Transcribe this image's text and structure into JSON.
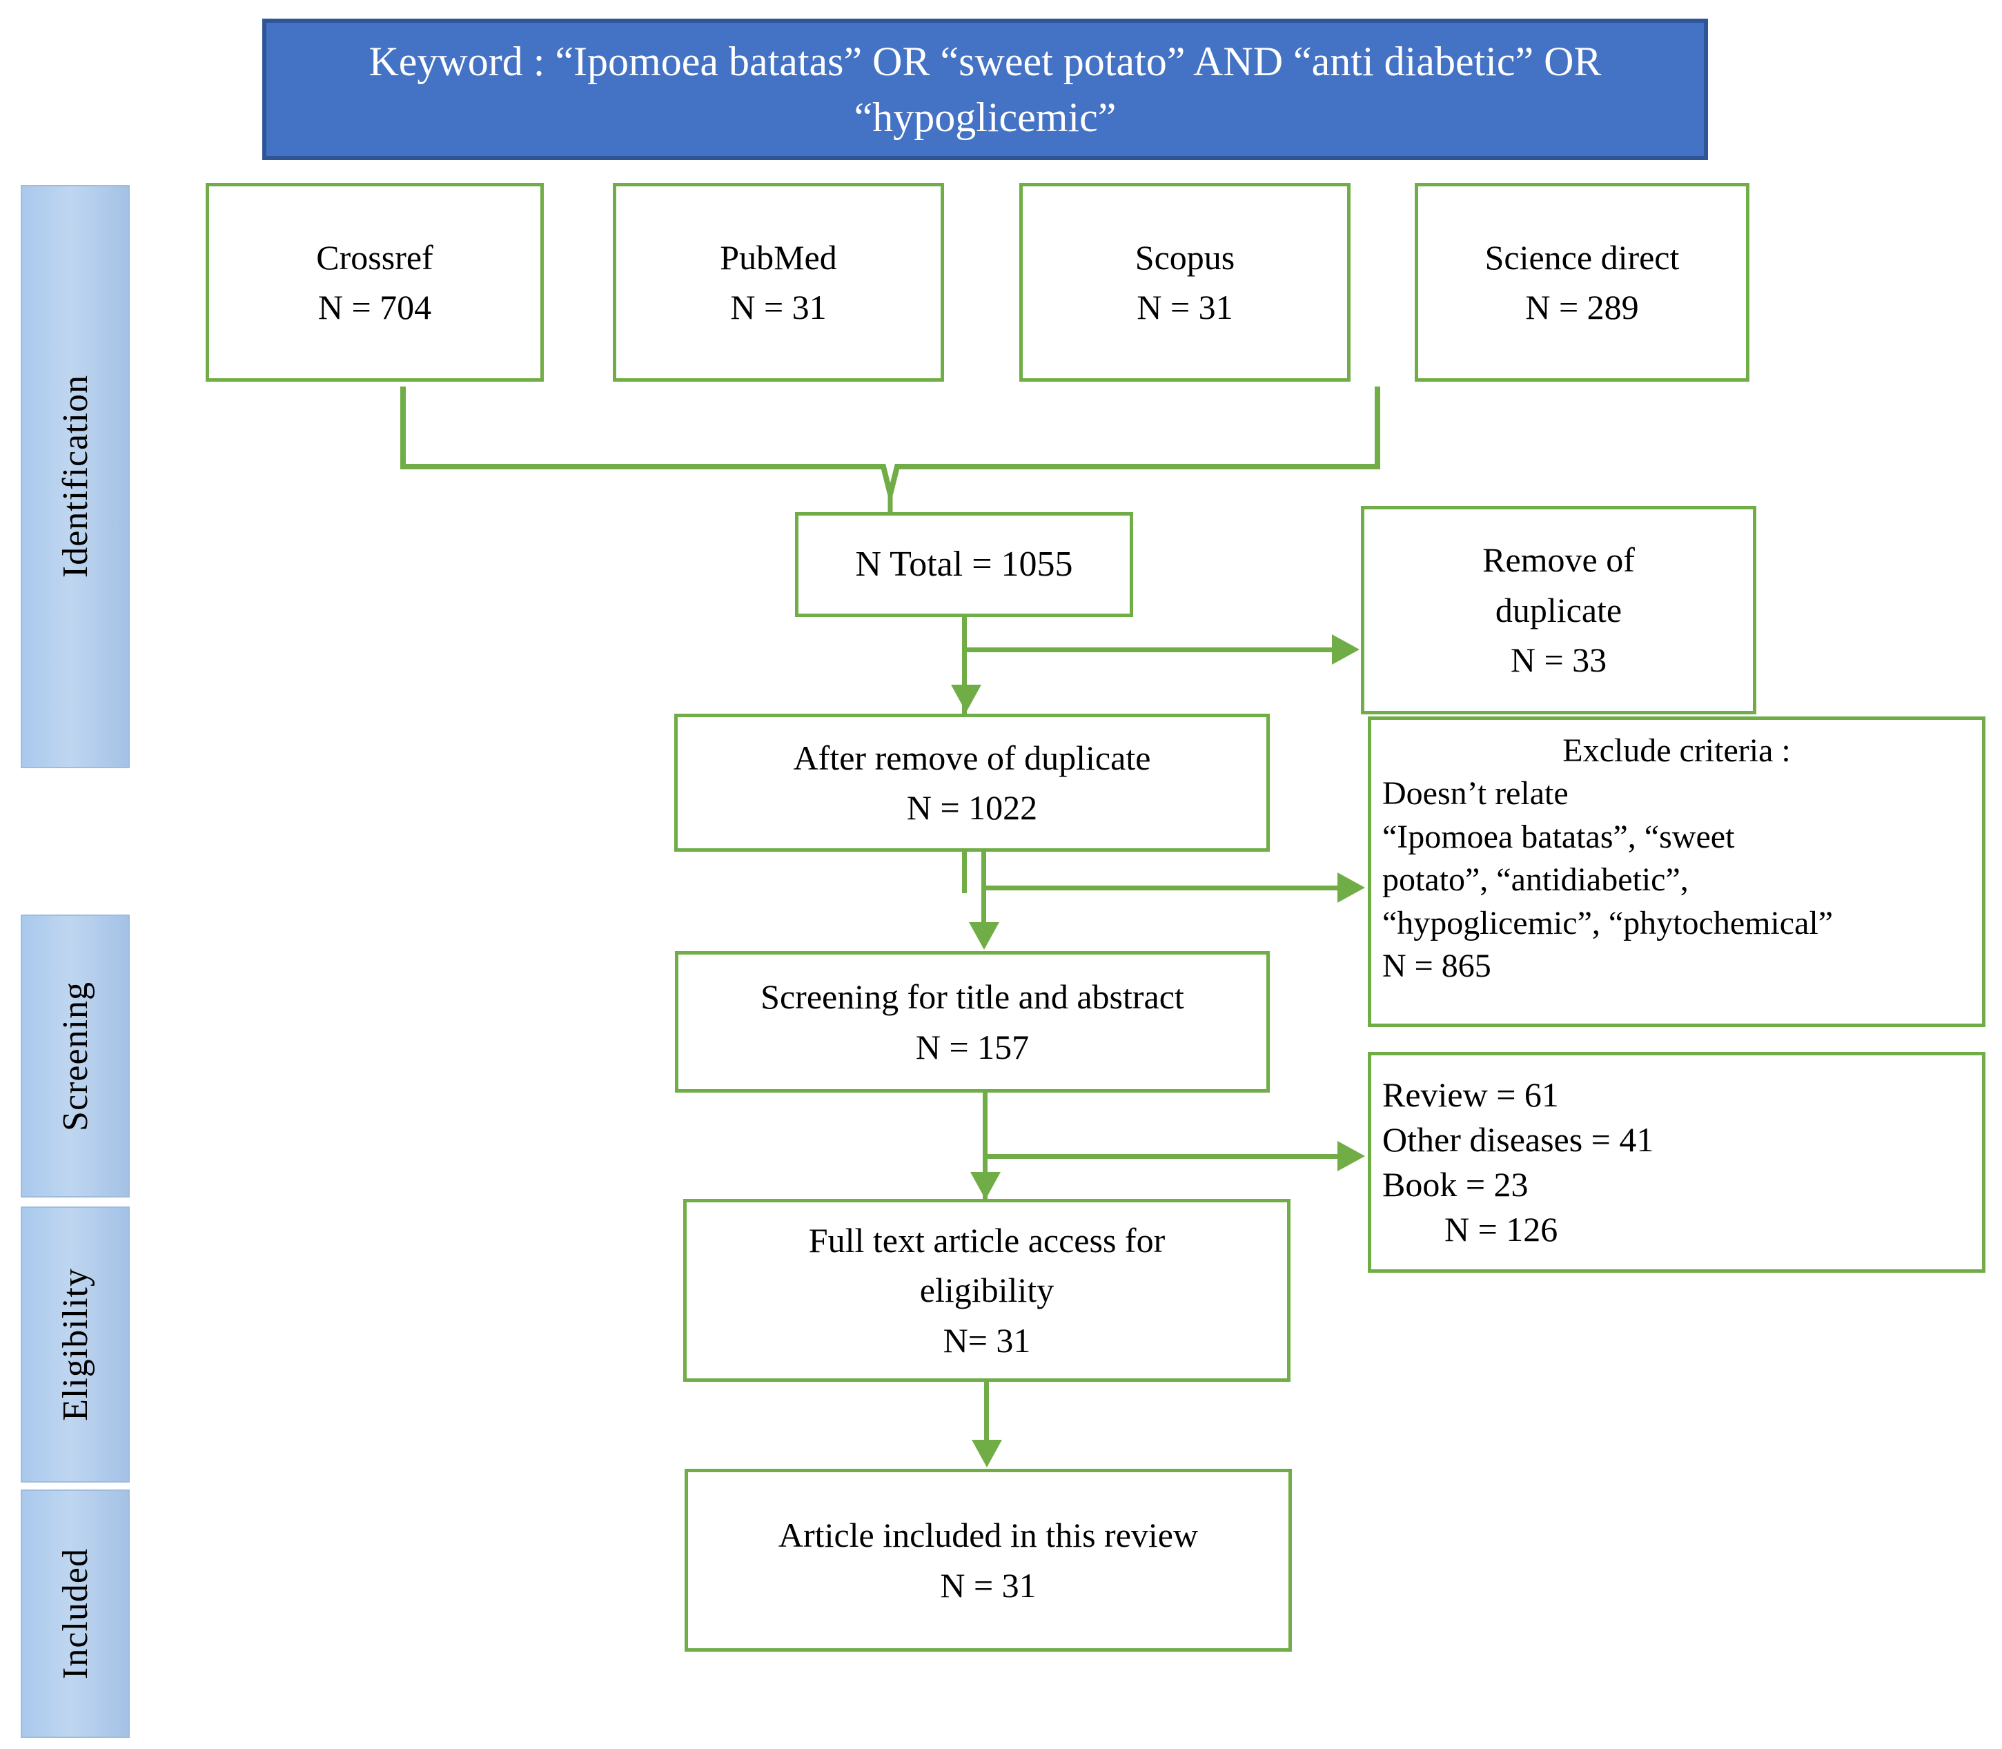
{
  "header": {
    "keyword_label": "Keyword : “Ipomoea batatas” OR “sweet potato” AND “anti diabetic” OR “hypoglicemic”",
    "bg_color": "#4472C4",
    "text_color": "#FFFFFF"
  },
  "colors": {
    "box_border_green": "#70AD47",
    "banner_blue": "#4472C4",
    "stage_blue": "#A9C9EC",
    "connector_green": "#70AD47"
  },
  "stages": [
    {
      "label": "Identification"
    },
    {
      "label": "Screening"
    },
    {
      "label": "Eligibility"
    },
    {
      "label": "Included"
    }
  ],
  "sources": [
    {
      "name": "Crossref",
      "count_label": "N = 704"
    },
    {
      "name": "PubMed",
      "count_label": "N = 31"
    },
    {
      "name": "Scopus",
      "count_label": "N = 31"
    },
    {
      "name": "Science direct",
      "count_label": "N = 289"
    }
  ],
  "flow": {
    "total": {
      "label": "N Total = 1055"
    },
    "remove_duplicate": {
      "line1": "Remove of",
      "line2": "duplicate",
      "count_label": "N = 33"
    },
    "after_duplicate": {
      "line1": "After remove of duplicate",
      "count_label": "N = 1022"
    },
    "screening_title_abstract": {
      "line1": "Screening for title and abstract",
      "count_label": "N = 157"
    },
    "full_text": {
      "line1": "Full text article access for",
      "line2": "eligibility",
      "count_label": "N= 31"
    },
    "included": {
      "line1": "Article included in this review",
      "count_label": "N = 31"
    }
  },
  "exclusions": {
    "criteria": {
      "heading": "Exclude criteria :",
      "line1": "Doesn’t relate",
      "line2": "“Ipomoea batatas”, “sweet",
      "line3": "potato”, “antidiabetic”,",
      "line4": "“hypoglicemic”, “phytochemical”",
      "count_label": " N = 865"
    },
    "reasons": {
      "review_label": "Review = 61",
      "other_diseases_label": "Other diseases = 41",
      "book_label": "Book = 23",
      "count_label": "N = 126"
    }
  },
  "chart_data": {
    "type": "diagram",
    "title": "PRISMA flow diagram",
    "nodes": [
      {
        "id": "keyword",
        "label": "Keyword : “Ipomoea batatas” OR “sweet potato” AND “anti diabetic” OR “hypoglicemic”",
        "stage": "header"
      },
      {
        "id": "crossref",
        "label": "Crossref",
        "value": 704,
        "stage": "Identification"
      },
      {
        "id": "pubmed",
        "label": "PubMed",
        "value": 31,
        "stage": "Identification"
      },
      {
        "id": "scopus",
        "label": "Scopus",
        "value": 31,
        "stage": "Identification"
      },
      {
        "id": "sciencedirect",
        "label": "Science direct",
        "value": 289,
        "stage": "Identification"
      },
      {
        "id": "total",
        "label": "N Total",
        "value": 1055,
        "stage": "Identification"
      },
      {
        "id": "remove_dup",
        "label": "Remove of duplicate",
        "value": 33,
        "stage": "Identification"
      },
      {
        "id": "after_dup",
        "label": "After remove of duplicate",
        "value": 1022,
        "stage": "Screening"
      },
      {
        "id": "exclude_criteria",
        "label": "Exclude criteria : Doesn’t relate",
        "value": 865,
        "stage": "Screening"
      },
      {
        "id": "screen_title",
        "label": "Screening for title and abstract",
        "value": 157,
        "stage": "Screening"
      },
      {
        "id": "reasons",
        "label": "Review = 61; Other diseases = 41; Book = 23",
        "value": 126,
        "stage": "Eligibility"
      },
      {
        "id": "full_text",
        "label": "Full text article access for eligibility",
        "value": 31,
        "stage": "Eligibility"
      },
      {
        "id": "included",
        "label": "Article included in this review",
        "value": 31,
        "stage": "Included"
      }
    ],
    "edges": [
      {
        "from": "crossref",
        "to": "total"
      },
      {
        "from": "pubmed",
        "to": "total"
      },
      {
        "from": "scopus",
        "to": "total"
      },
      {
        "from": "sciencedirect",
        "to": "total"
      },
      {
        "from": "total",
        "to": "remove_dup"
      },
      {
        "from": "total",
        "to": "after_dup"
      },
      {
        "from": "after_dup",
        "to": "exclude_criteria"
      },
      {
        "from": "after_dup",
        "to": "screen_title"
      },
      {
        "from": "screen_title",
        "to": "reasons"
      },
      {
        "from": "screen_title",
        "to": "full_text"
      },
      {
        "from": "full_text",
        "to": "included"
      }
    ]
  }
}
